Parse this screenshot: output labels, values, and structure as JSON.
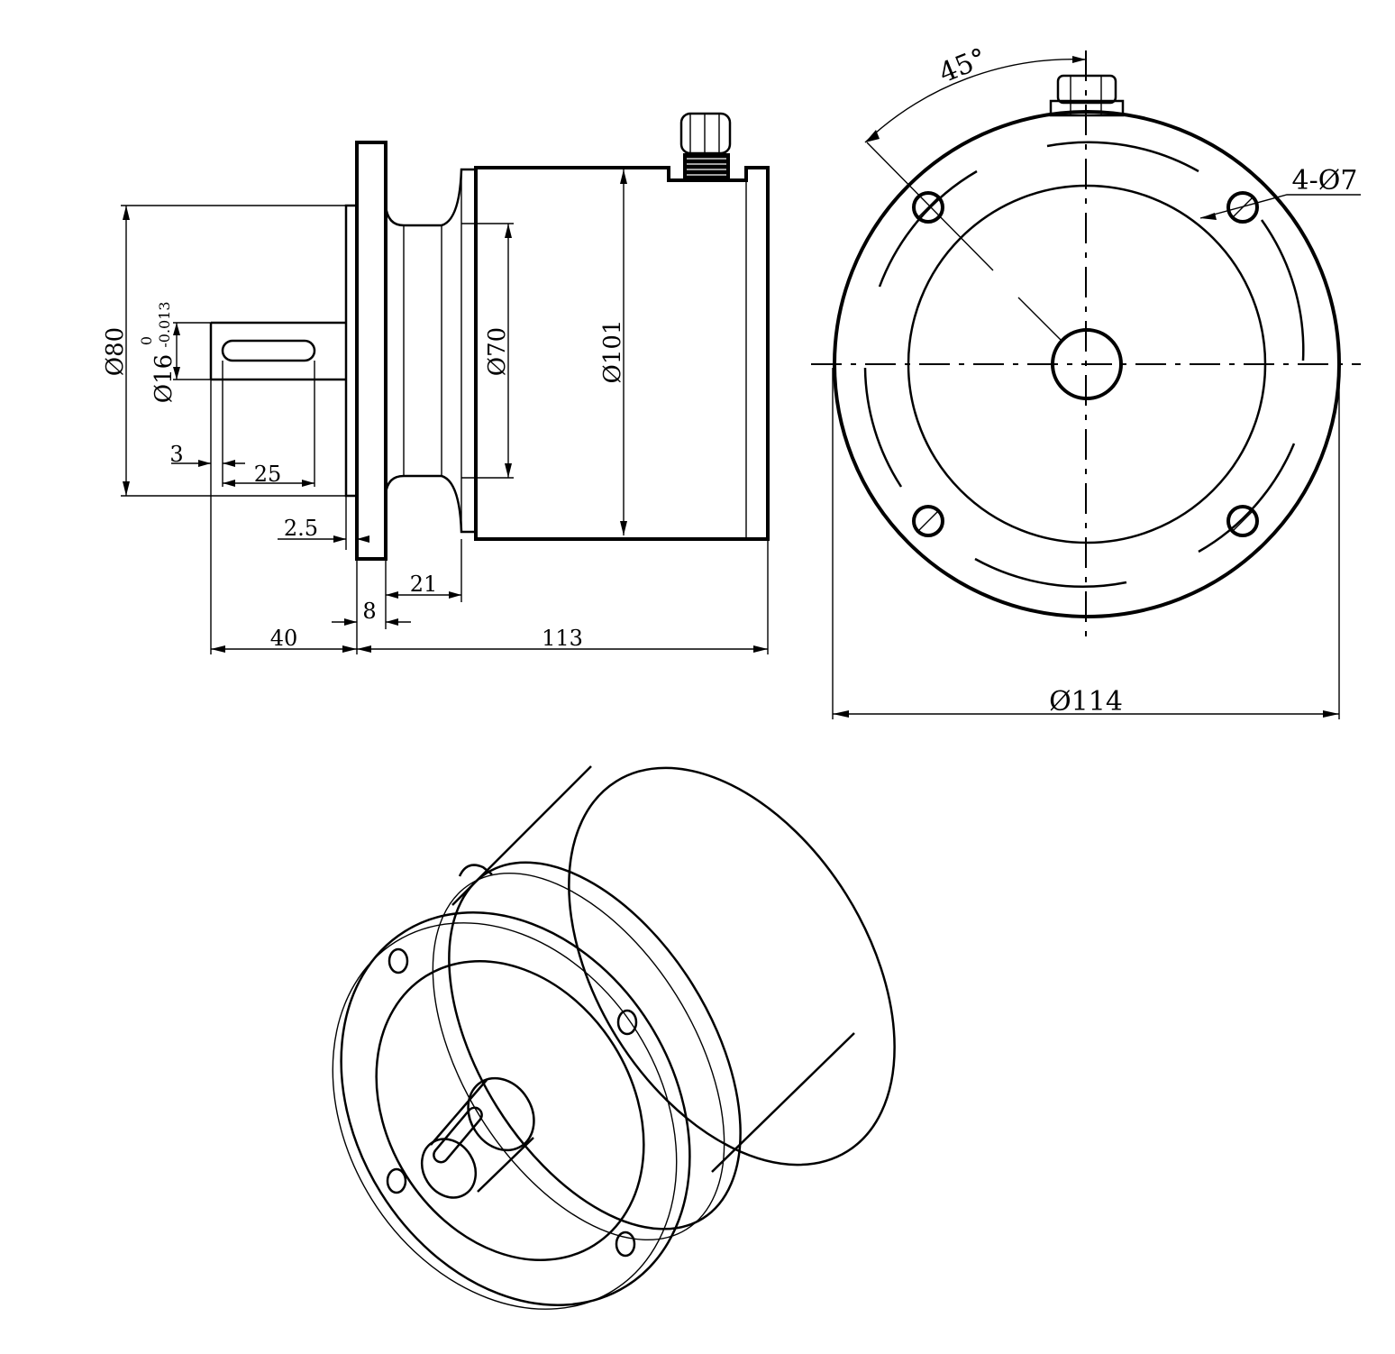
{
  "drawing": {
    "side_view": {
      "dims": {
        "d80": "Ø80",
        "d16": "Ø16",
        "tol_upper": "0",
        "tol_lower": "-0.013",
        "d70": "Ø70",
        "d101": "Ø101",
        "key_offset": "3",
        "key_length": "25",
        "flange_gap": "2.5",
        "neck_length": "21",
        "flange_thickness": "8",
        "shaft_length": "40",
        "body_length": "113"
      }
    },
    "front_view": {
      "dims": {
        "angle": "45°",
        "holes": "4-Ø7",
        "outer_diameter": "Ø114"
      }
    }
  }
}
